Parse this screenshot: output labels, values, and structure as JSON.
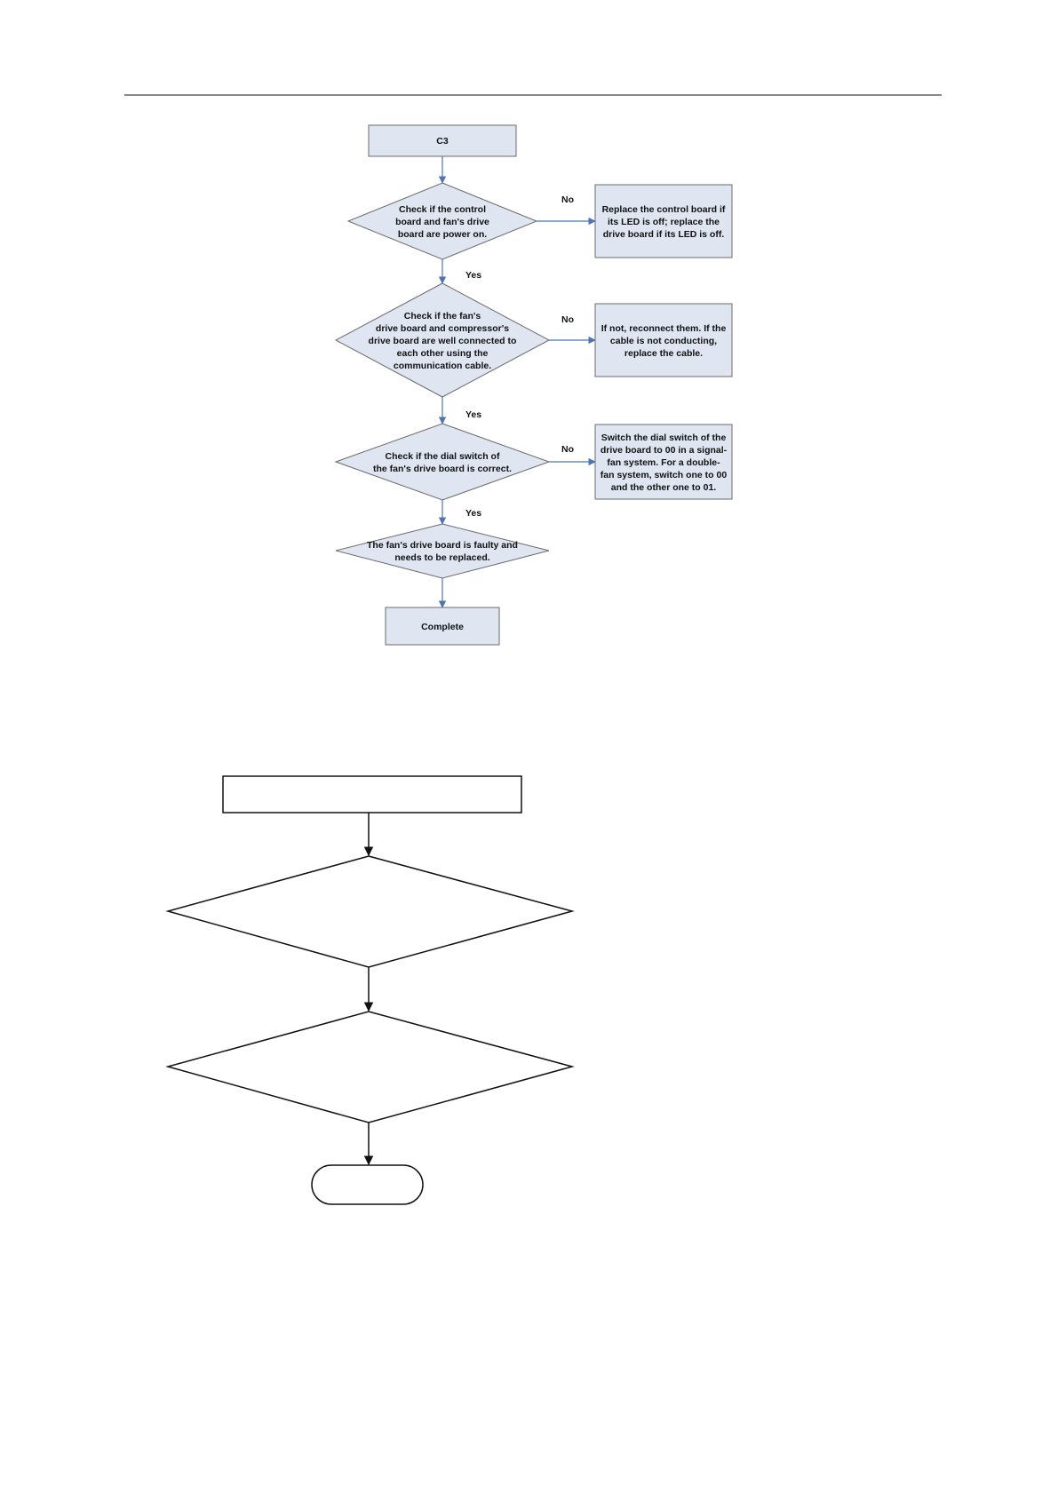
{
  "colors": {
    "shape_fill": "#dfe5f1",
    "shape_stroke": "#6b6b6b",
    "arrow_blue": "#4f74b0",
    "outline_black": "#111111"
  },
  "flowchart_top": {
    "start": "C3",
    "decision_1": [
      "Check if the control",
      "board and fan's drive",
      "board are power on."
    ],
    "action_1": [
      "Replace the control board if",
      "its LED is off; replace the",
      "drive board if its LED is off."
    ],
    "decision_2": [
      "Check if the fan's",
      "drive board and compressor's",
      "drive board are well connected to",
      "each other using the",
      "communication cable."
    ],
    "action_2": [
      "If not, reconnect them. If the",
      "cable is not conducting,",
      "replace the cable."
    ],
    "decision_3": [
      "Check if the dial switch of",
      "the fan's drive board is correct."
    ],
    "action_3": [
      "Switch the dial switch of the",
      "drive board to 00 in a signal-",
      "fan system. For a double-",
      "fan system, switch one to 00",
      "and the other one to 01."
    ],
    "decision_4": [
      "The fan's drive board is faulty and",
      "needs to be replaced."
    ],
    "end": "Complete",
    "no_label": "No",
    "yes_label": "Yes"
  }
}
